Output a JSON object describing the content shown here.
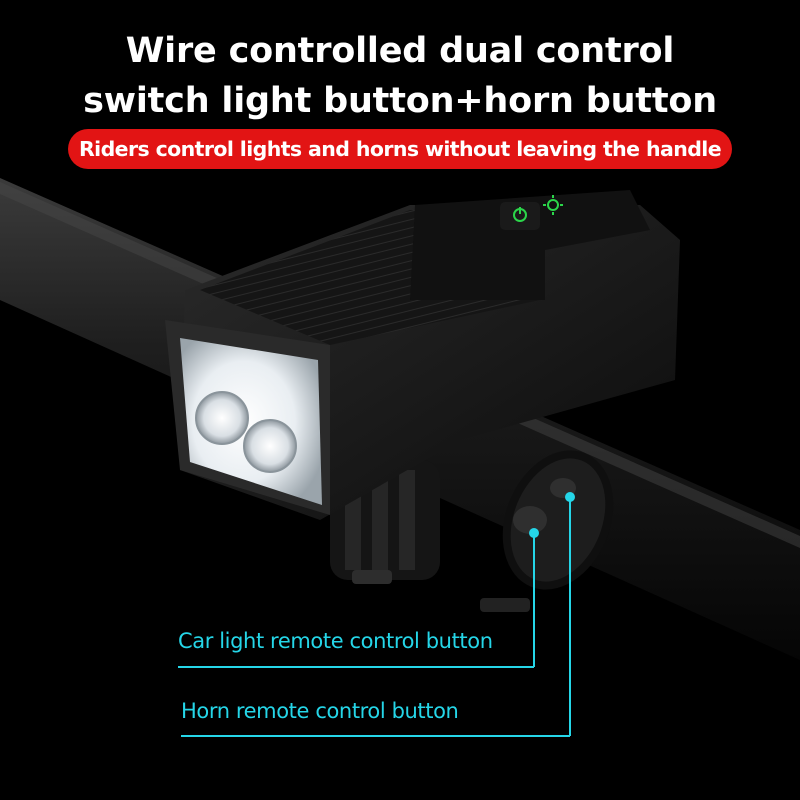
{
  "headline": {
    "line1": "Wire controlled dual control",
    "line2": "switch light button+horn button"
  },
  "banner": {
    "text": "Riders control lights and horns without leaving the handle",
    "color": "#e21414"
  },
  "callouts": [
    {
      "label": "Car light remote control button"
    },
    {
      "label": "Horn remote control button"
    }
  ],
  "colors": {
    "background": "#000000",
    "headline": "#ffffff",
    "callout": "#25d6e8",
    "indicator": "#2bd64a"
  },
  "icons": [
    "power-icon",
    "light-mode-icon"
  ]
}
